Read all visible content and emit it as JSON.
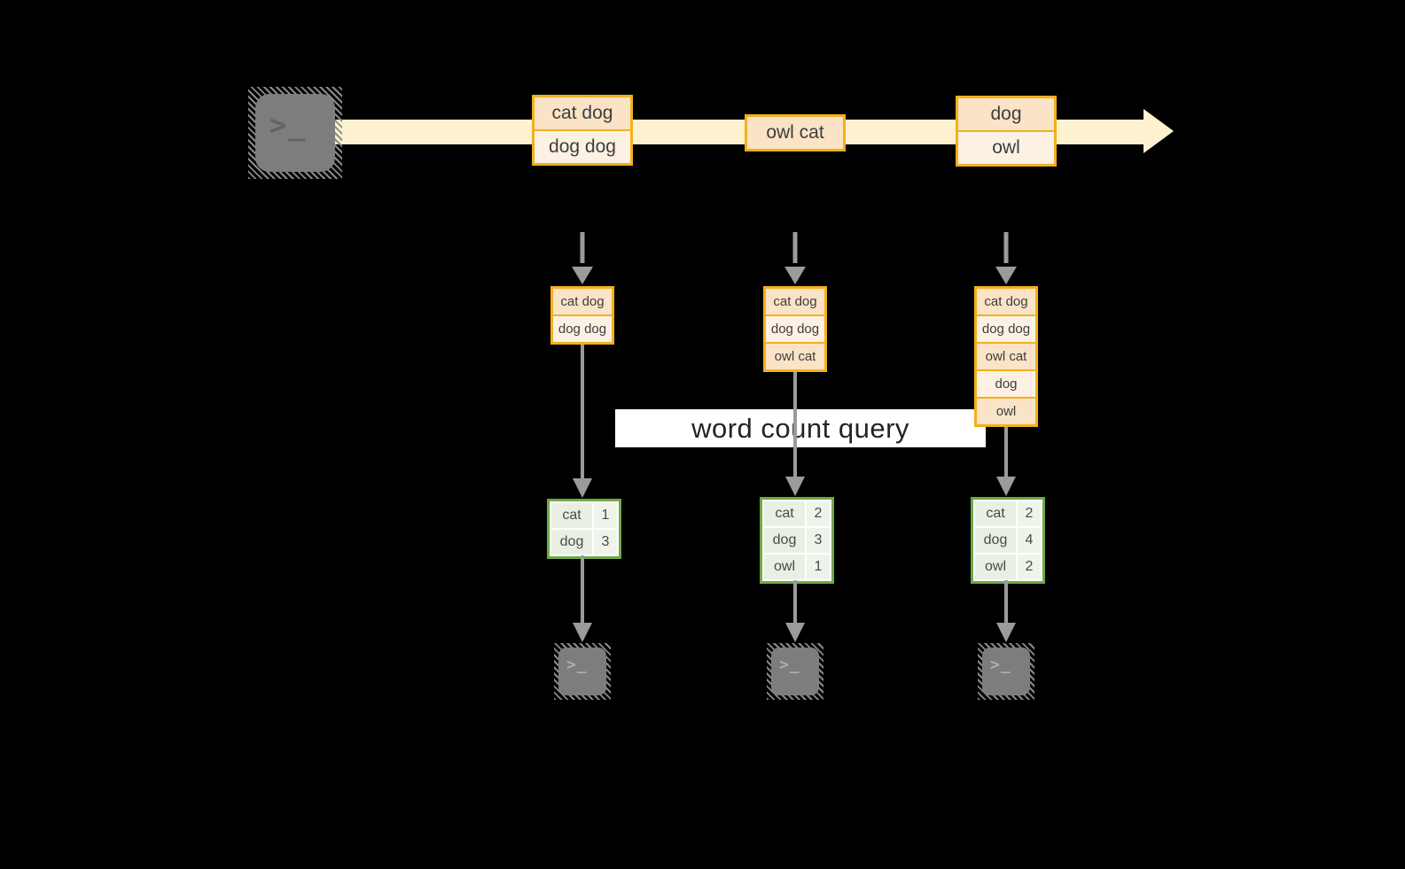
{
  "banner": {
    "label": "word count query"
  },
  "stream": {
    "prompt": ">_",
    "events": [
      {
        "rows": [
          "cat dog",
          "dog dog"
        ]
      },
      {
        "rows": [
          "owl cat"
        ]
      },
      {
        "rows": [
          "dog",
          "owl"
        ]
      }
    ]
  },
  "queues": [
    {
      "rows": [
        "cat dog",
        "dog dog"
      ]
    },
    {
      "rows": [
        "cat dog",
        "dog dog",
        "owl cat"
      ]
    },
    {
      "rows": [
        "cat dog",
        "dog dog",
        "owl cat",
        "dog",
        "owl"
      ]
    }
  ],
  "counts": [
    {
      "rows": [
        [
          "cat",
          "1"
        ],
        [
          "dog",
          "3"
        ]
      ]
    },
    {
      "rows": [
        [
          "cat",
          "2"
        ],
        [
          "dog",
          "3"
        ],
        [
          "owl",
          "1"
        ]
      ]
    },
    {
      "rows": [
        [
          "cat",
          "2"
        ],
        [
          "dog",
          "4"
        ],
        [
          "owl",
          "2"
        ]
      ]
    }
  ],
  "colors": {
    "background": "#000000",
    "stream_band": "#fdf1cf",
    "event_border": "#f2b01e",
    "event_row_dark": "#fae3c6",
    "event_row_light": "#fcf1e2",
    "table_border": "#6fa845",
    "table_cell": "#e9efe2",
    "arrow_gray": "#9b9b9b",
    "terminal_gray": "#7d7d7d"
  }
}
